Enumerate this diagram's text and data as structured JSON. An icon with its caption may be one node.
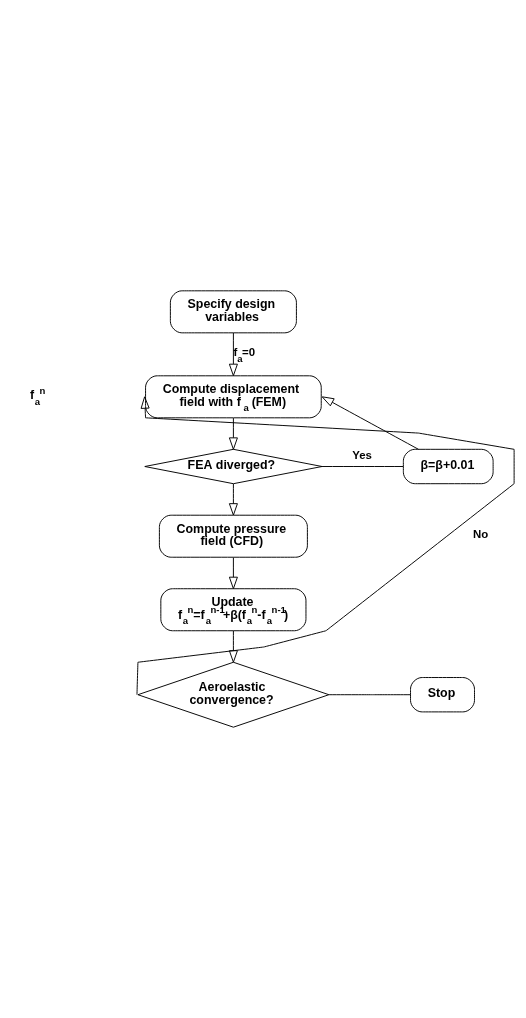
{
  "diagram": {
    "nodes": [
      {
        "text": [
          "Specify design variables"
        ]
      },
      {
        "text": [
          "Compute displacement field with f$_{a}$ (FEM)"
        ]
      },
      {
        "text": [
          "FEA diverged?"
        ]
      },
      {
        "text": [
          "β=β+0.01"
        ]
      },
      {
        "text": [
          "Compute pressure field (CFD)"
        ]
      },
      {
        "text": [
          "Update",
          "f$_{a}$$^{n}$=f$_{a}$$^{n-1}$+β(f$_{a}$$^{n}$-f$_{a}$$^{n-1}$)"
        ]
      },
      {
        "text": [
          "Aeroelastic convergence?"
        ]
      },
      {
        "text": [
          "Stop"
        ]
      }
    ],
    "edges": [
      {
        "from": 0,
        "to": 1,
        "arrow": "to",
        "label": "f$_{a}$=0"
      },
      {
        "from": 1,
        "to": 2,
        "arrow": "to"
      },
      {
        "from": 2,
        "to": 3,
        "arrow": "none",
        "label": "Yes"
      },
      {
        "from": 3,
        "to": 1,
        "arrow": "to"
      },
      {
        "from": 2,
        "to": 4,
        "arrow": "to"
      },
      {
        "from": 4,
        "to": 5,
        "arrow": "to"
      },
      {
        "from": 5,
        "to": 6,
        "arrow": "to"
      },
      {
        "from": 6,
        "to": 1,
        "arrow": "to",
        "label": "No"
      },
      {
        "from": 6,
        "to": 7,
        "arrow": "none"
      }
    ],
    "labels": [
      "f$_{a}$$^{n}$"
    ]
  }
}
